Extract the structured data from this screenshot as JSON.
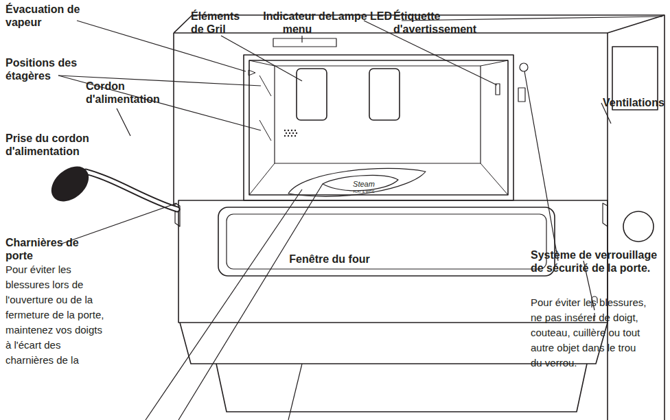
{
  "diagram": {
    "labels": [
      "Évacuation de vapeur",
      "Éléments de Gril",
      "Indicateur de menu",
      "Lampe LED",
      "Étiquette d'avertissement",
      "Positions des étagères",
      "Cordon d'alimentation",
      "Ventilations",
      "Prise du cordon d'alimentation",
      "Charnières de porte",
      "Pour éviter les blessures lors de l'ouverture ou de la fermeture de la porte, maintenez vos doigts à l'écart des charnières de la",
      "Fenêtre du four",
      "Système de verrouillage de sécurité de la porte.",
      "Pour éviter les blessures, ne pas insérer de doigt, couteau, cuillère ou tout autre objet dans le trou du verrou.",
      "Steam",
      "FLAT & WIDE"
    ]
  }
}
